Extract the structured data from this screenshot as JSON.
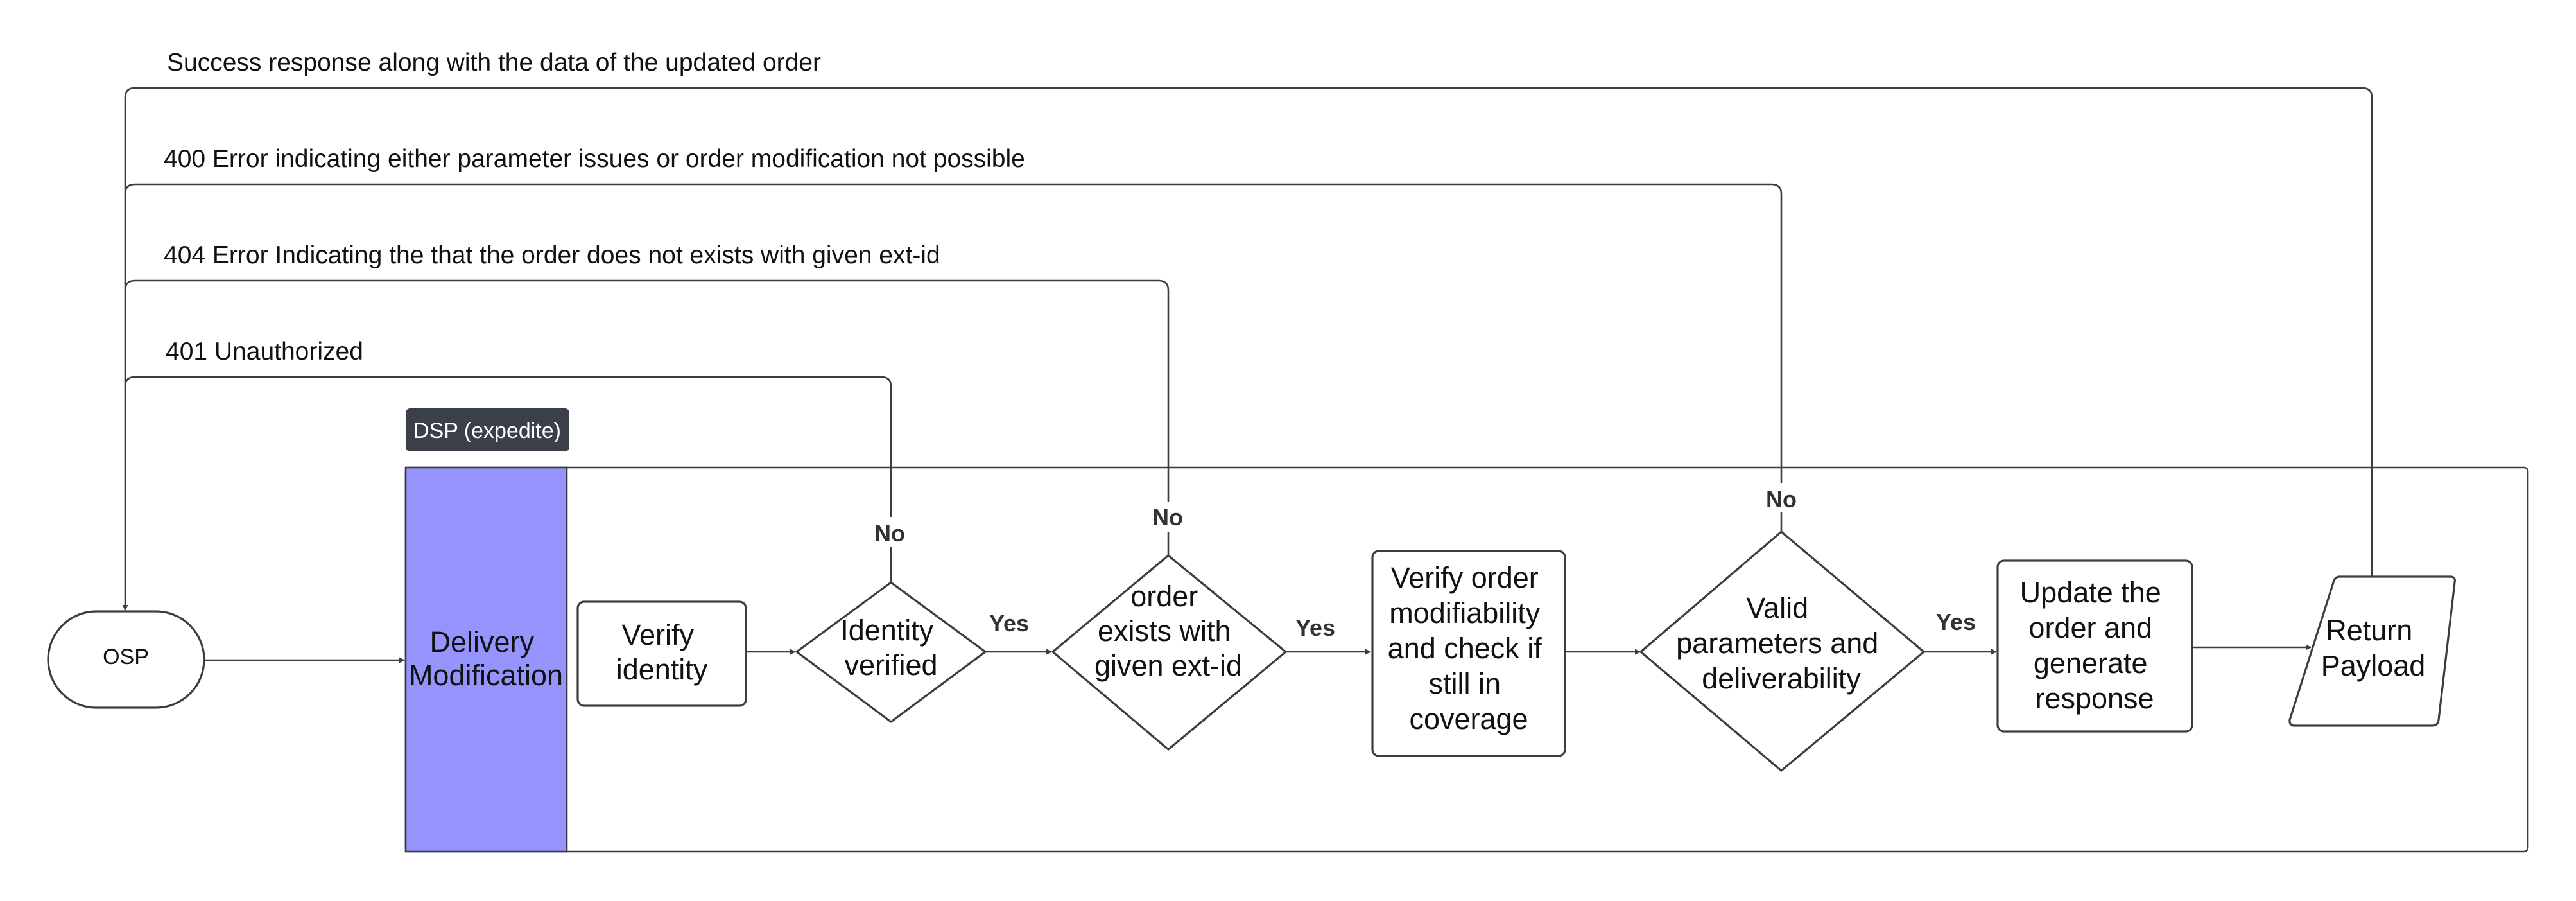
{
  "colors": {
    "swimlane_header": "#9494fc",
    "badge_bg": "#3b3f48",
    "stroke": "#3a3d44"
  },
  "swimlane": {
    "badge": "DSP (expedite)",
    "header_lines": [
      "Delivery",
      "Modification"
    ]
  },
  "nodes": {
    "osp": {
      "lines": [
        "OSP"
      ]
    },
    "verify_identity": {
      "lines": [
        "Verify",
        "identity"
      ]
    },
    "identity_verified": {
      "lines": [
        "Identity",
        "verified"
      ]
    },
    "order_exists": {
      "lines": [
        "order",
        "exists with",
        "given ext-id"
      ]
    },
    "verify_modifiability": {
      "lines": [
        "Verify order",
        "modifiability",
        "and check if",
        "still in",
        "coverage"
      ]
    },
    "valid_params": {
      "lines": [
        "Valid",
        "parameters and",
        "deliverability"
      ]
    },
    "update_order": {
      "lines": [
        "Update the",
        "order and",
        "generate",
        "response"
      ]
    },
    "return_payload": {
      "lines": [
        "Return",
        "Payload"
      ]
    }
  },
  "edge_labels": {
    "success": "Success response along with the data of the updated order",
    "err400": "400 Error indicating either parameter issues or order modification not possible",
    "err404": "404 Error Indicating the that the order does not exists with given ext-id",
    "err401": "401 Unauthorized",
    "yes": "Yes",
    "no": "No"
  }
}
